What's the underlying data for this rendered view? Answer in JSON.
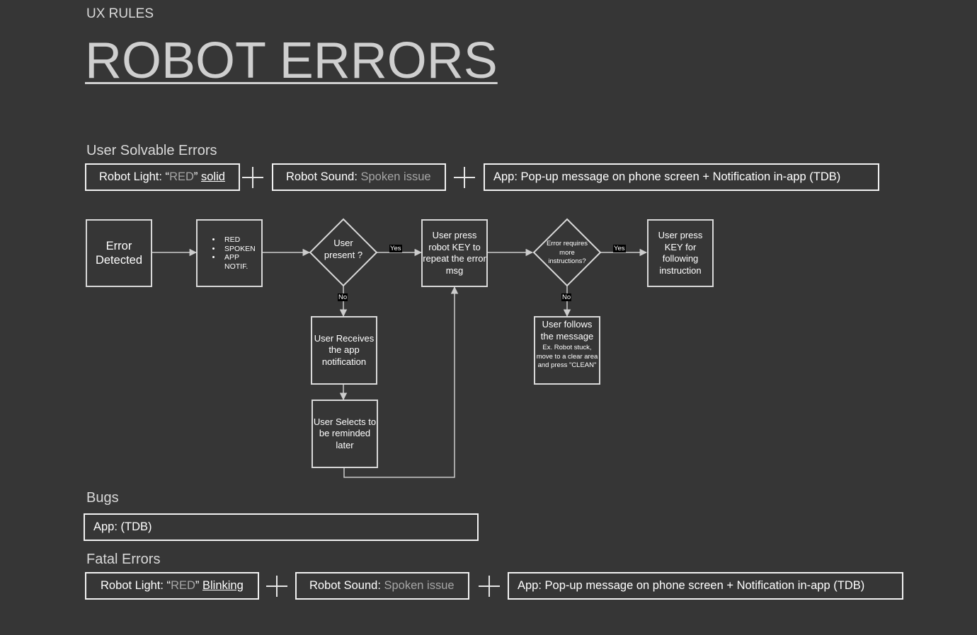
{
  "header": {
    "kicker": "UX RULES",
    "title": "ROBOT ERRORS"
  },
  "user_solvable": {
    "heading": "User Solvable Errors",
    "light": {
      "prefix": "Robot Light: “",
      "color_word": "RED",
      "mid": "” ",
      "mode": "solid"
    },
    "sound": {
      "prefix": "Robot Sound: ",
      "value": "Spoken issue"
    },
    "app": "App: Pop-up message on phone screen + Notification in-app (TDB)"
  },
  "flow": {
    "error_detected": "Error Detected",
    "signals": [
      "RED",
      "SPOKEN",
      "APP NOTIF."
    ],
    "user_present": "User present ?",
    "press_key": "User press robot KEY to repeat the error msg",
    "more_instructions": "Error requires more instructions?",
    "press_key_following": "User press KEY for following instruction",
    "receives_notification": "User Receives the app notification",
    "remind_later": "User Selects to be reminded later",
    "follows_message": "User follows the message",
    "follows_example": "Ex. Robot stuck, move to a clear area and press \"CLEAN\"",
    "yes_label": "Yes",
    "no_label": "No"
  },
  "bugs": {
    "heading": "Bugs",
    "app": "App: (TDB)"
  },
  "fatal": {
    "heading": "Fatal Errors",
    "light": {
      "prefix": "Robot Light: “",
      "color_word": "RED",
      "mid": "” ",
      "mode": "Blinking"
    },
    "sound": {
      "prefix": "Robot Sound: ",
      "value": "Spoken issue"
    },
    "app": "App: Pop-up message on phone screen + Notification in-app (TDB)"
  },
  "colors": {
    "background": "#363636",
    "border": "#f2f2f2",
    "muted_text": "#a6a6a6",
    "connector": "#cccccc"
  }
}
